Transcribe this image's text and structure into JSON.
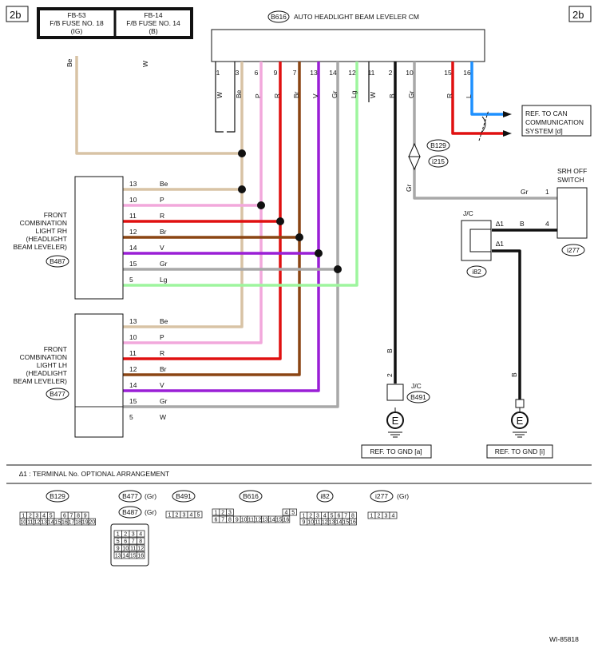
{
  "page_tag": "2b",
  "footer_code": "WI-85818",
  "note": "∆1 : TERMINAL No. OPTIONAL ARRANGEMENT",
  "star": "∆1",
  "fuse1": {
    "id": "FB-53",
    "name": "F/B FUSE NO. 18",
    "sub": "(IG)"
  },
  "fuse2": {
    "id": "FB-14",
    "name": "F/B FUSE NO. 14",
    "sub": "(B)"
  },
  "fuse1_wire": "Be",
  "fuse2_wire": "W",
  "cm": {
    "code": "B616",
    "title": "AUTO HEADLIGHT BEAM LEVELER CM"
  },
  "cm_pins": [
    {
      "pin": "1",
      "color": "W"
    },
    {
      "pin": "3",
      "color": "Be"
    },
    {
      "pin": "6",
      "color": "P"
    },
    {
      "pin": "9",
      "color": "R"
    },
    {
      "pin": "7",
      "color": "Br"
    },
    {
      "pin": "13",
      "color": "V"
    },
    {
      "pin": "14",
      "color": "Gr"
    },
    {
      "pin": "12",
      "color": "Lg"
    },
    {
      "pin": "11",
      "color": "W"
    },
    {
      "pin": "2",
      "color": "B"
    },
    {
      "pin": "10",
      "color": "Gr"
    },
    {
      "pin": "15",
      "color": "R"
    },
    {
      "pin": "16",
      "color": "L"
    }
  ],
  "can_ref": [
    "REF. TO CAN",
    "COMMUNICATION",
    "SYSTEM [d]"
  ],
  "b129": "B129",
  "i215": "i215",
  "srh": {
    "title": [
      "SRH OFF",
      "SWITCH"
    ],
    "code": "i277",
    "pin_gr": "1",
    "pin_b": "4",
    "wire_gr": "Gr",
    "wire_b": "B"
  },
  "jc_i82": {
    "title": "J/C",
    "code": "i82",
    "wire_b": "B"
  },
  "rh": {
    "title": [
      "FRONT",
      "COMBINATION",
      "LIGHT RH",
      "(HEADLIGHT",
      "BEAM LEVELER)"
    ],
    "code": "B487",
    "rows": [
      {
        "pin": "13",
        "color": "Be"
      },
      {
        "pin": "10",
        "color": "P"
      },
      {
        "pin": "11",
        "color": "R"
      },
      {
        "pin": "12",
        "color": "Br"
      },
      {
        "pin": "14",
        "color": "V"
      },
      {
        "pin": "15",
        "color": "Gr"
      },
      {
        "pin": "5",
        "color": "Lg"
      }
    ]
  },
  "lh": {
    "title": [
      "FRONT",
      "COMBINATION",
      "LIGHT LH",
      "(HEADLIGHT",
      "BEAM LEVELER)"
    ],
    "code": "B477",
    "rows": [
      {
        "pin": "13",
        "color": "Be"
      },
      {
        "pin": "10",
        "color": "P"
      },
      {
        "pin": "11",
        "color": "R"
      },
      {
        "pin": "12",
        "color": "Br"
      },
      {
        "pin": "14",
        "color": "V"
      },
      {
        "pin": "15",
        "color": "Gr"
      },
      {
        "pin": "5",
        "color": "W"
      }
    ]
  },
  "jc_b491": {
    "title": "J/C",
    "code": "B491",
    "pin": "2",
    "wire": "B"
  },
  "gnd_left": "REF. TO GND [a]",
  "gnd_right": "REF. TO GND [i]",
  "ground_letter": "E",
  "connectors": [
    {
      "code": "B129",
      "extra": "",
      "row1": [
        "1",
        "2",
        "3",
        "4",
        "5",
        "",
        "6",
        "7",
        "8",
        "9"
      ],
      "row2": [
        "10",
        "11",
        "12",
        "13",
        "14",
        "15",
        "16",
        "17",
        "18",
        "19",
        "20"
      ]
    },
    {
      "code": "B477",
      "extra": "(Gr)",
      "code2": "B487",
      "extra2": "(Gr)",
      "grid": [
        [
          "1",
          "2",
          "3",
          "4"
        ],
        [
          "5",
          "6",
          "7",
          "8"
        ],
        [
          "9",
          "10",
          "11",
          "12"
        ],
        [
          "13",
          "14",
          "15",
          "16"
        ]
      ]
    },
    {
      "code": "B491",
      "extra": "",
      "row1": [
        "1",
        "2",
        "3",
        "4",
        "5"
      ]
    },
    {
      "code": "B616",
      "extra": "",
      "row1": [
        "",
        "",
        "",
        "",
        "",
        "",
        "",
        "",
        "",
        "",
        "4",
        "5"
      ],
      "row2": [
        "6",
        "7",
        "8",
        "9",
        "10",
        "11",
        "12",
        "13",
        "14",
        "15",
        "16"
      ],
      "first": [
        "1",
        "2",
        "3"
      ]
    },
    {
      "code": "i82",
      "extra": "",
      "row1": [
        "1",
        "2",
        "3",
        "4",
        "5",
        "6",
        "7",
        "8"
      ],
      "row2": [
        "9",
        "10",
        "11",
        "12",
        "13",
        "14",
        "15",
        "16"
      ]
    },
    {
      "code": "i277",
      "extra": "(Gr)",
      "row1": [
        "1",
        "2",
        "3",
        "4"
      ]
    }
  ],
  "colors": {
    "Be": "#d8c3a5",
    "P": "#f2a8dc",
    "R": "#e01010",
    "Br": "#8b4513",
    "V": "#9a1fd6",
    "Gr": "#a8a8a8",
    "Lg": "#9ef59e",
    "B": "#111111",
    "L": "#1e90ff",
    "W": "#555555"
  }
}
